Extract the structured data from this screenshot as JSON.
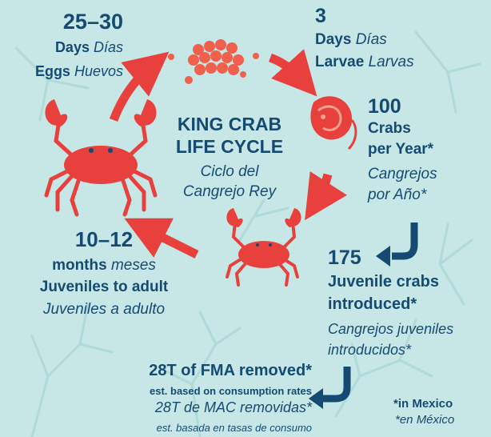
{
  "colors": {
    "background": "#c7e7e6",
    "coral": "#e8403d",
    "egg": "#f0604c",
    "text": "#154a73",
    "pattern": "#aedad8"
  },
  "icons": [
    "eggs-icon",
    "larva-icon",
    "juvenile-crab-icon",
    "adult-crab-icon",
    "cycle-arrow-icon",
    "bent-arrow-icon"
  ],
  "title": {
    "line1": "KING CRAB",
    "line2": "LIFE CYCLE",
    "es1": "Ciclo del",
    "es2": "Cangrejo Rey"
  },
  "eggs": {
    "range": "25–30",
    "days_en": "Days",
    "days_es": "Días",
    "label_en": "Eggs",
    "label_es": "Huevos"
  },
  "larvae": {
    "num": "3",
    "days_en": "Days",
    "days_es": "Días",
    "label_en": "Larvae",
    "label_es": "Larvas"
  },
  "crabs_per_year": {
    "num": "100",
    "l1": "Crabs",
    "l2": "per Year*",
    "es1": "Cangrejos",
    "es2": "por Año*"
  },
  "juveniles": {
    "num": "175",
    "l1": "Juvenile crabs",
    "l2": "introduced*",
    "es1": "Cangrejos juveniles",
    "es2": "introducidos*"
  },
  "months": {
    "range": "10–12",
    "months_en": "months",
    "months_es": "meses",
    "label_en": "Juveniles to adult",
    "label_es": "Juveniles a adulto"
  },
  "fma": {
    "en": "28T of FMA removed*",
    "en_sub": "est. based on consumption rates",
    "es": "28T de MAC removidas*",
    "es_sub": "est. basada en tasas de consumo"
  },
  "note": {
    "en": "*in Mexico",
    "es": "*en México"
  }
}
